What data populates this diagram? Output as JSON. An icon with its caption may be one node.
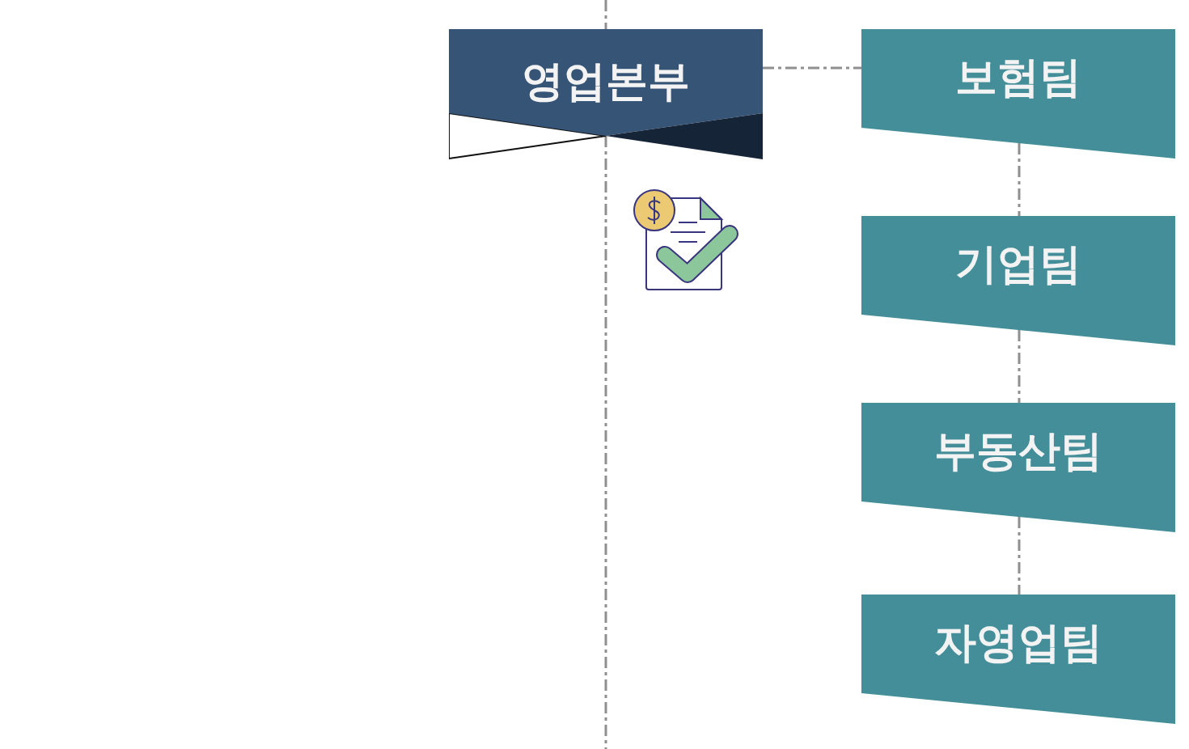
{
  "diagram": {
    "nodes": [
      {
        "text": [
          "영업본부"
        ]
      },
      {
        "text": [
          "보험팀"
        ]
      },
      {
        "text": [
          "기업팀"
        ]
      },
      {
        "text": [
          "부동산팀"
        ]
      },
      {
        "text": [
          "자영업팀"
        ]
      }
    ],
    "edges": [
      {
        "from": null,
        "to": 0,
        "arrow": "none"
      },
      {
        "from": 0,
        "to": null,
        "arrow": "none"
      },
      {
        "from": 0,
        "to": 1,
        "arrow": "none"
      },
      {
        "from": 1,
        "to": 2,
        "arrow": "none"
      },
      {
        "from": 2,
        "to": 3,
        "arrow": "none"
      },
      {
        "from": 3,
        "to": 4,
        "arrow": "none"
      }
    ]
  }
}
